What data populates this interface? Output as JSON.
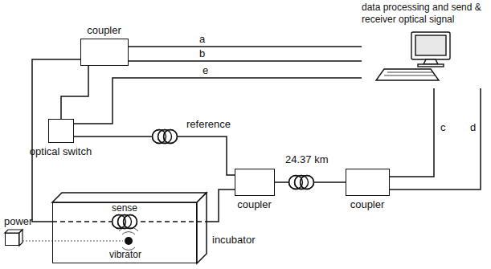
{
  "diagram": {
    "nodes": [
      {
        "text": [
          "coupler"
        ]
      },
      {
        "text": [
          "data processing and send & receiver optical signal"
        ]
      },
      {
        "text": [
          "optical switch"
        ]
      },
      {
        "text": [
          "coupler"
        ]
      },
      {
        "text": [
          "coupler"
        ]
      },
      {
        "text": [
          "incubator"
        ]
      },
      {
        "text": [
          "power"
        ]
      }
    ],
    "edges": [
      {
        "from": 0,
        "to": 1,
        "label": "a",
        "arrow": "none"
      },
      {
        "from": 0,
        "to": 1,
        "label": "b",
        "arrow": "none"
      },
      {
        "from": 2,
        "to": 1,
        "label": "e",
        "arrow": "none"
      },
      {
        "from": 1,
        "to": 4,
        "label": "c",
        "arrow": "none"
      },
      {
        "from": 1,
        "to": 4,
        "label": "d",
        "arrow": "none"
      },
      {
        "from": 0,
        "to": 2,
        "arrow": "none"
      },
      {
        "from": 0,
        "to": 5,
        "arrow": "none"
      },
      {
        "from": 2,
        "to": 3,
        "arrow": "none"
      },
      {
        "from": 5,
        "to": 3,
        "arrow": "none"
      },
      {
        "from": 3,
        "to": 4,
        "arrow": "none"
      }
    ],
    "labels": [
      "reference",
      "24.37 km",
      "sense",
      "vibrator"
    ]
  }
}
